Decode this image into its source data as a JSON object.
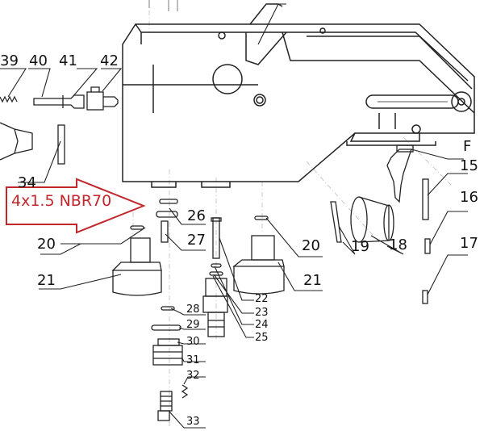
{
  "callout": {
    "text": "4x1.5 NBR70",
    "color": "#c1272d"
  },
  "labels": {
    "l39": "39",
    "l40": "40",
    "l41": "41",
    "l42": "42",
    "l34": "34",
    "lF": "F",
    "l15": "15",
    "l16": "16",
    "l17": "17",
    "l18": "18",
    "l19": "19",
    "l20a": "20",
    "l20b": "20",
    "l21a": "21",
    "l21b": "21",
    "l22": "22",
    "l23": "23",
    "l24": "24",
    "l25": "25",
    "l26": "26",
    "l27": "27",
    "l28": "28",
    "l29": "29",
    "l30": "30",
    "l31": "31",
    "l32": "32",
    "l33": "33"
  },
  "colors": {
    "ink": "#222222",
    "construction": "#b0b0b0"
  }
}
